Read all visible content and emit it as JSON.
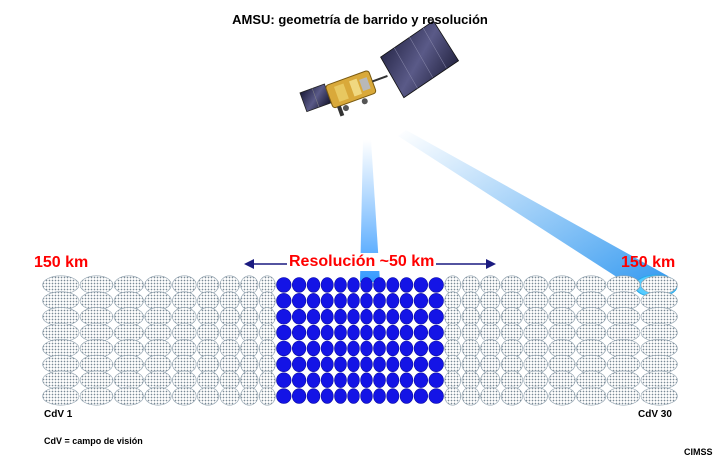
{
  "title": "AMSU: geometría de barrido y resolución",
  "left_footprint_label": "150 km",
  "right_footprint_label": "150 km",
  "resolution_label": "Resolución ~50 km",
  "first_fov_label": "CdV 1",
  "last_fov_label": "CdV 30",
  "legend": "CdV = campo de visión",
  "credit": "CIMSS",
  "grid": {
    "columns": 30,
    "rows": 8
  },
  "colors": {
    "nadir_fill": "#1414e6",
    "outer_dots": "#7a8a96",
    "beam": "#3399ff",
    "footprint": "#55ccff",
    "label_red": "#ff0000",
    "arrow": "#1a1a80"
  },
  "icons": [
    "satellite-icon"
  ]
}
